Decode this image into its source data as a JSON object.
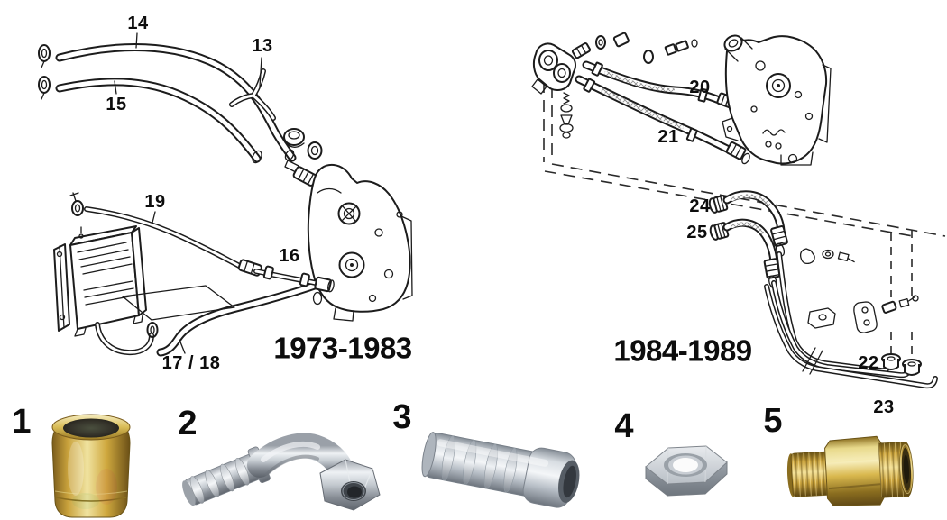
{
  "diagram_left": {
    "era_label": "1973-1983",
    "callouts": [
      {
        "label": "14"
      },
      {
        "label": "13"
      },
      {
        "label": "15"
      },
      {
        "label": "19"
      },
      {
        "label": "16"
      },
      {
        "label": "17 / 18"
      }
    ]
  },
  "diagram_right": {
    "era_label": "1984-1989",
    "callouts": [
      {
        "label": "20"
      },
      {
        "label": "21"
      },
      {
        "label": "24"
      },
      {
        "label": "25"
      },
      {
        "label": "22"
      },
      {
        "label": "23"
      }
    ]
  },
  "parts_row": {
    "items": [
      {
        "number": "1",
        "photo": "brass-hose-ferrule"
      },
      {
        "number": "2",
        "photo": "chrome-90-degree-elbow-fitting"
      },
      {
        "number": "3",
        "photo": "steel-barbed-hose-mender"
      },
      {
        "number": "4",
        "photo": "steel-hex-jam-nut"
      },
      {
        "number": "5",
        "photo": "brass-male-union-fitting"
      }
    ]
  },
  "colors": {
    "line_art": "#1c1c1c",
    "brass": "#c9a23c",
    "chrome": "#c3c9cf",
    "zinc": "#d8dde2",
    "background": "#ffffff"
  }
}
